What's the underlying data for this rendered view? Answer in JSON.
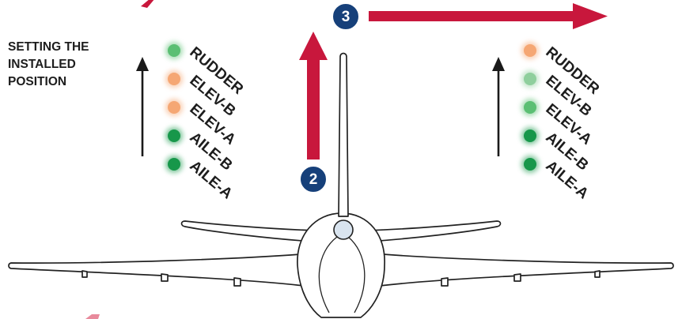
{
  "caption": {
    "lines": [
      "SETTING THE",
      "INSTALLED",
      "POSITION"
    ]
  },
  "panels": {
    "left": {
      "channels": [
        {
          "label": "RUDDER",
          "status_color": "#5bbf73"
        },
        {
          "label": "ELEV-B",
          "status_color": "#f5a774"
        },
        {
          "label": "ELEV-A",
          "status_color": "#f5a774"
        },
        {
          "label": "AILE-B",
          "status_color": "#17974a"
        },
        {
          "label": "AILE-A",
          "status_color": "#17974a"
        }
      ]
    },
    "right": {
      "channels": [
        {
          "label": "RUDDER",
          "status_color": "#f5a774"
        },
        {
          "label": "ELEV-B",
          "status_color": "#8fcf9d"
        },
        {
          "label": "ELEV-A",
          "status_color": "#5bbf73"
        },
        {
          "label": "AILE-B",
          "status_color": "#17974a"
        },
        {
          "label": "AILE-A",
          "status_color": "#17974a"
        }
      ]
    }
  },
  "steps": [
    {
      "number": "2"
    },
    {
      "number": "3"
    }
  ],
  "colors": {
    "step_badge": "#16407a",
    "motion_arrow": "#c8173c",
    "aircraft_fill": "#ffffff",
    "aircraft_stroke": "#222222",
    "black_arrow": "#1a1a1a",
    "caption_text": "#1d1d1d"
  },
  "icons": {
    "aircraft": "aircraft-rear-view-icon",
    "up_arrow": "up-arrow-icon",
    "right_arrow": "right-arrow-icon"
  }
}
